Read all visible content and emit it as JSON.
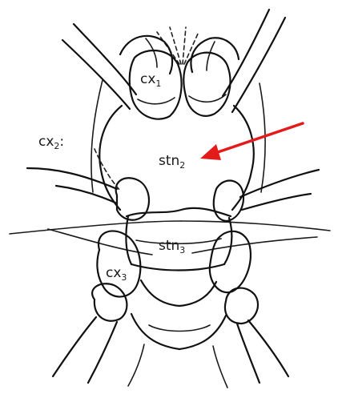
{
  "labels": {
    "cx1": {
      "main": "cx",
      "sub": "1"
    },
    "cx2": {
      "main": "cx",
      "sub": "2"
    },
    "cx3": {
      "main": "cx",
      "sub": "3"
    },
    "stn2": {
      "main": "stn",
      "sub": "2"
    },
    "stn3": {
      "main": "stn",
      "sub": "3"
    }
  },
  "colors": {
    "ink": "#111111",
    "arrow": "#e31b1b",
    "background": "#ffffff"
  },
  "icons": {
    "pointer": "red-arrow-icon"
  }
}
